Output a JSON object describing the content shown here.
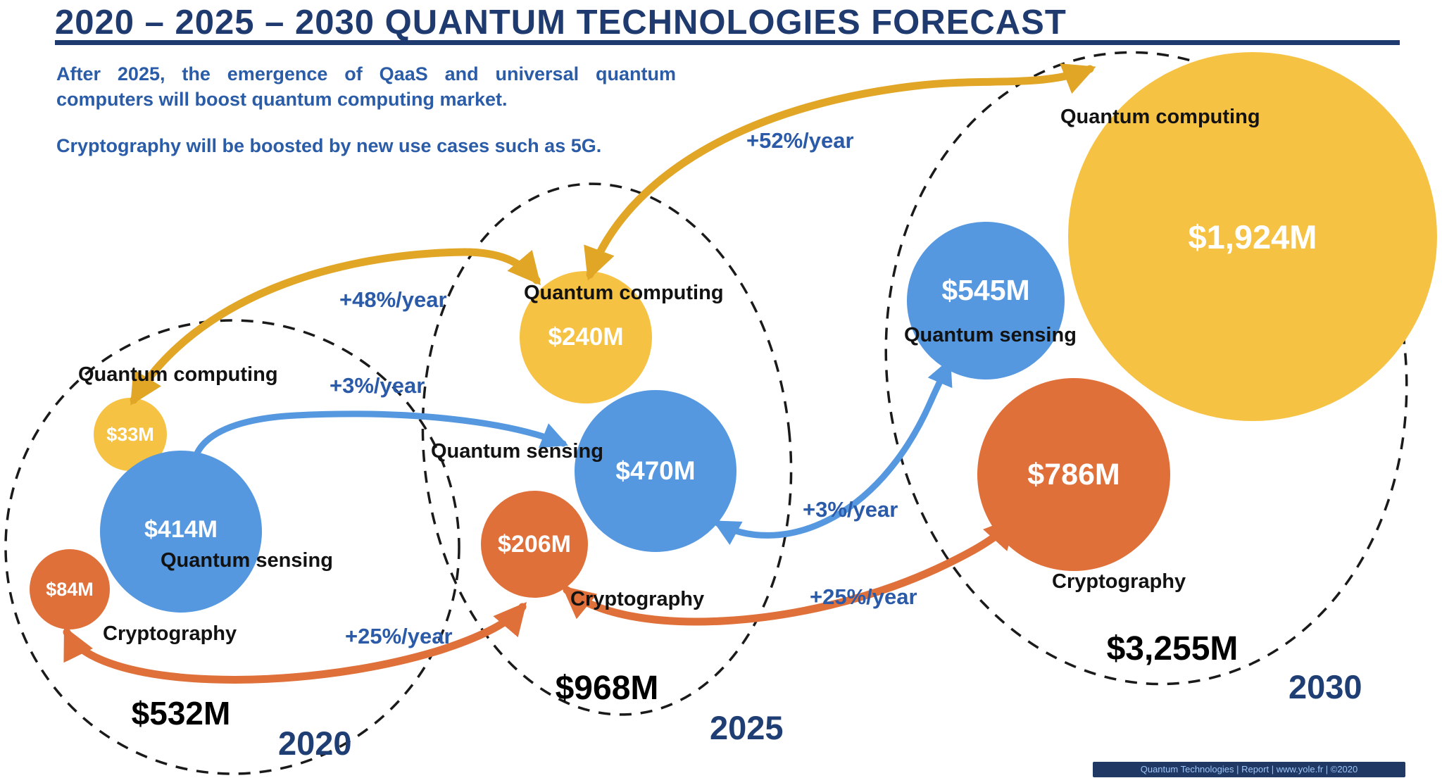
{
  "header": {
    "title": "2020 – 2025 – 2030 QUANTUM TECHNOLOGIES FORECAST"
  },
  "notes": {
    "note1": "After 2025, the emergence of QaaS and universal quantum computers will boost quantum computing market.",
    "note2": "Cryptography will be boosted by new use cases such as 5G."
  },
  "footer": {
    "source": "Quantum Technologies | Report | www.yole.fr | ©2020"
  },
  "colors": {
    "navy_title": "#1E3A6E",
    "royal_text": "#2B5CA7",
    "bubble_yellow": "#F6C243",
    "bubble_blue": "#5598E0",
    "bubble_orange": "#E0703A",
    "arrow_gold": "#E2A626",
    "ellipse_stroke": "#1a1a1a"
  },
  "chart_data": {
    "type": "bubble",
    "title": "2020 – 2025 – 2030 Quantum Technologies Forecast",
    "unit": "$M",
    "categories": [
      "Quantum computing",
      "Quantum sensing",
      "Cryptography"
    ],
    "layout_hint": "three dashed year ellipses left-to-right (2020, 2025, 2030); bubble area proportional to market value; growth arrows connect same category across years",
    "years": [
      {
        "year": "2020",
        "total_value": 532,
        "total_label": "$532M",
        "computing": {
          "label": "Quantum computing",
          "value": 33,
          "value_label": "$33M"
        },
        "sensing": {
          "label": "Quantum sensing",
          "value": 414,
          "value_label": "$414M"
        },
        "cryptography": {
          "label": "Cryptography",
          "value": 84,
          "value_label": "$84M"
        }
      },
      {
        "year": "2025",
        "total_value": 968,
        "total_label": "$968M",
        "computing": {
          "label": "Quantum computing",
          "value": 240,
          "value_label": "$240M"
        },
        "sensing": {
          "label": "Quantum sensing",
          "value": 470,
          "value_label": "$470M"
        },
        "cryptography": {
          "label": "Cryptography",
          "value": 206,
          "value_label": "$206M"
        }
      },
      {
        "year": "2030",
        "total_value": 3255,
        "total_label": "$3,255M",
        "computing": {
          "label": "Quantum computing",
          "value": 1924,
          "value_label": "$1,924M"
        },
        "sensing": {
          "label": "Quantum sensing",
          "value": 545,
          "value_label": "$545M"
        },
        "cryptography": {
          "label": "Cryptography",
          "value": 786,
          "value_label": "$786M"
        }
      }
    ],
    "growth_arrows": [
      {
        "label": "+48%/year",
        "series": "Quantum computing",
        "from": "2020",
        "to": "2025",
        "color": "#E2A626"
      },
      {
        "label": "+52%/year",
        "series": "Quantum computing",
        "from": "2025",
        "to": "2030",
        "color": "#E2A626"
      },
      {
        "label": "+3%/year",
        "series": "Quantum sensing",
        "from": "2020",
        "to": "2025",
        "color": "#5598E0"
      },
      {
        "label": "+3%/year",
        "series": "Quantum sensing",
        "from": "2025",
        "to": "2030",
        "color": "#5598E0"
      },
      {
        "label": "+25%/year",
        "series": "Cryptography",
        "from": "2020",
        "to": "2025",
        "color": "#E0703A"
      },
      {
        "label": "+25%/year",
        "series": "Cryptography",
        "from": "2025",
        "to": "2030",
        "color": "#E0703A"
      }
    ]
  }
}
